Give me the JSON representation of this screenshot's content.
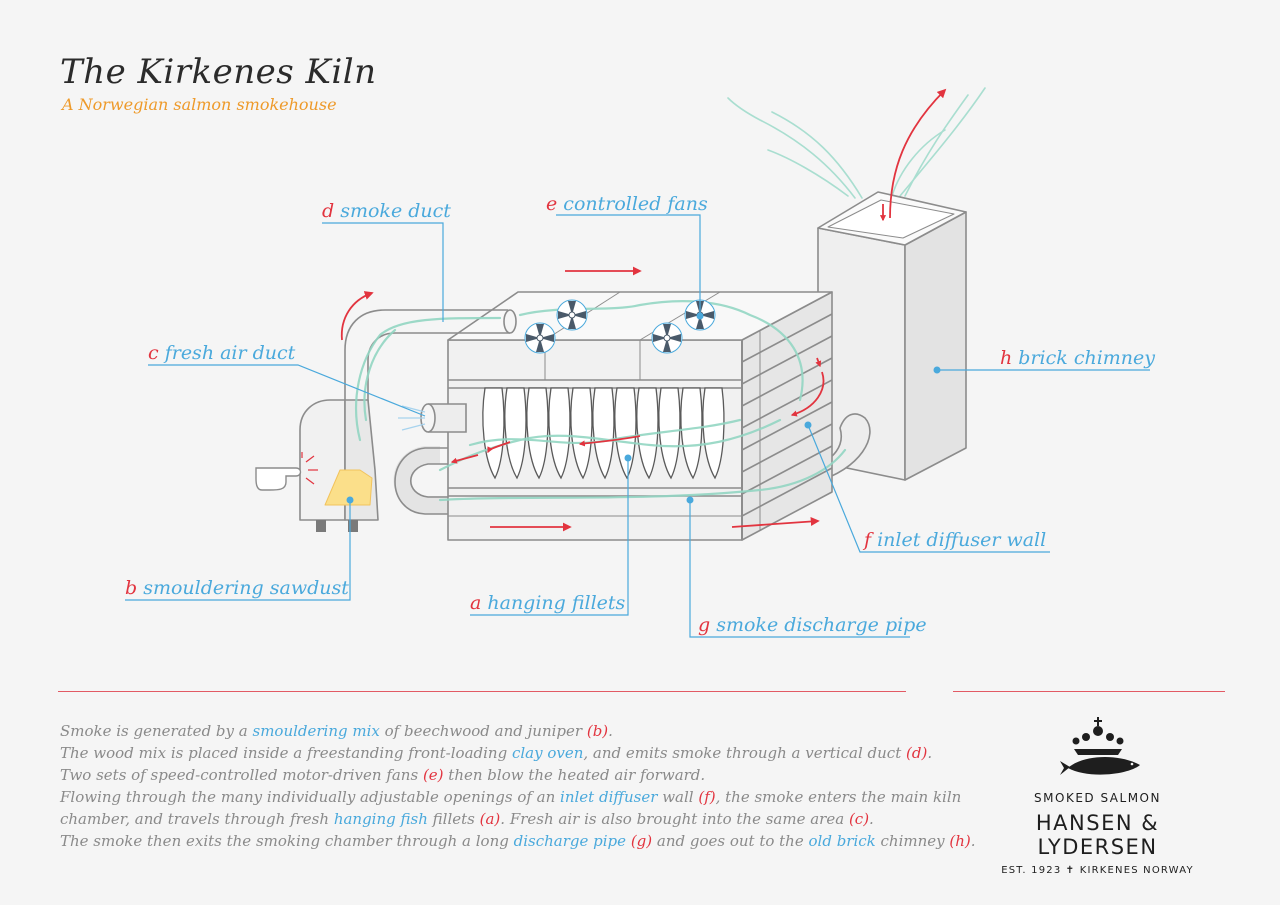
{
  "header": {
    "title": "The Kirkenes Kiln",
    "subtitle": "A Norwegian salmon smokehouse"
  },
  "colors": {
    "accent_red": "#e2343f",
    "label_blue": "#4aa9dc",
    "subtitle_orange": "#ee9a2a",
    "smoke_green": "#8fd3c0",
    "structure_gray": "#8a8a8a",
    "background": "#f5f5f5"
  },
  "labels": {
    "a": {
      "letter": "a",
      "text": "hanging fillets"
    },
    "b": {
      "letter": "b",
      "text": "smouldering sawdust"
    },
    "c": {
      "letter": "c",
      "text": "fresh air duct"
    },
    "d": {
      "letter": "d",
      "text": "smoke duct"
    },
    "e": {
      "letter": "e",
      "text": "controlled fans"
    },
    "f": {
      "letter": "f",
      "text": "inlet diffuser wall"
    },
    "g": {
      "letter": "g",
      "text": "smoke discharge pipe"
    },
    "h": {
      "letter": "h",
      "text": "brick chimney"
    }
  },
  "description": {
    "line1": {
      "a": "Smoke is generated by a ",
      "b": "smouldering mix",
      "c": " of beechwood and juniper ",
      "d": "(b)",
      "e": "."
    },
    "line2": {
      "a": "The wood mix is placed inside a freestanding front-loading ",
      "b": "clay oven",
      "c": ", and emits smoke through a vertical duct ",
      "d": "(d)",
      "e": "."
    },
    "line3": {
      "a": "Two sets of speed-controlled motor-driven fans ",
      "b": "(e)",
      "c": " then blow the heated air forward."
    },
    "line4": {
      "a": "Flowing through the many individually adjustable openings of an ",
      "b": "inlet diffuser",
      "c": " wall ",
      "d": "(f)",
      "e": ", the smoke enters the main kiln"
    },
    "line5": {
      "a": "chamber, and travels through fresh ",
      "b": "hanging fish",
      "c": " fillets ",
      "d": "(a)",
      "e": ". Fresh air is also brought into the same area ",
      "f": "(c)",
      "g": "."
    },
    "line6": {
      "a": "The smoke then exits the smoking chamber through a long ",
      "b": "discharge pipe",
      "c": " ",
      "d": "(g)",
      "e": " and goes out to the ",
      "f": "old brick",
      "g": " chimney ",
      "h": "(h)",
      "i": "."
    }
  },
  "brand": {
    "tagline": "SMOKED SALMON",
    "name": "HANSEN & LYDERSEN",
    "established": "EST. 1923 ✝ KIRKENES NORWAY",
    "logo_icon": "crown-over-fish-icon"
  },
  "icons": [
    "pointing-hand-icon",
    "fan-icon",
    "flow-arrow-icon",
    "crown-icon",
    "fish-icon"
  ]
}
